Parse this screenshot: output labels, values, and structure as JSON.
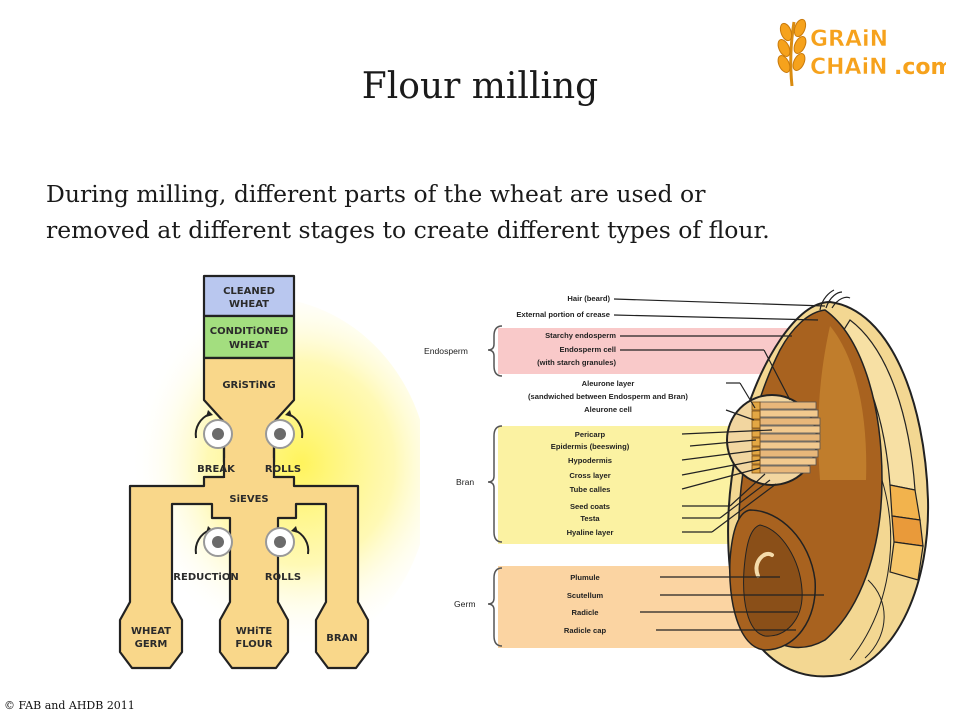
{
  "slide": {
    "title": "Flour milling",
    "intro_line1": "During milling, different parts of the wheat are used or",
    "intro_line2": "removed at different stages to create different types of flour.",
    "copyright": "© FAB and AHDB 2011"
  },
  "logo": {
    "line1": "GRAiN",
    "line2": "CHAiN",
    "suffix": ".com",
    "icon": "wheat-ear-icon",
    "color": "#f6a21c"
  },
  "milling": {
    "cleaned": [
      "CLEANED",
      "WHEAT"
    ],
    "conditioned": [
      "CONDITiONED",
      "WHEAT"
    ],
    "gristing": "GRiSTiNG",
    "break": "BREAK",
    "rolls_top": "ROLLS",
    "sieves": "SiEVES",
    "reduction": "REDUCTiON",
    "rolls_bottom": "ROLLS",
    "wheat_germ": [
      "WHEAT",
      "GERM"
    ],
    "white_flour": [
      "WHiTE",
      "FLOUR"
    ],
    "bran": "BRAN",
    "colors": {
      "pipe": "#f9d78a",
      "cleaned": "#b9c7ef",
      "conditioned": "#a3de7f",
      "glow": "#fff45c"
    }
  },
  "grain": {
    "top_labels": [
      "Hair (beard)",
      "External portion of crease"
    ],
    "endosperm": {
      "group": "Endosperm",
      "labels": [
        "Starchy endosperm",
        "Endosperm cell",
        "(with starch granules)"
      ]
    },
    "aleurone": [
      "Aleurone layer",
      "(sandwiched between Endosperm and Bran)",
      "Aleurone cell"
    ],
    "bran": {
      "group": "Bran",
      "labels": [
        "Pericarp",
        "Epidermis (beeswing)",
        "Hypodermis",
        "Cross layer",
        "Tube calles",
        "Seed coats",
        "Testa",
        "Hyaline layer"
      ]
    },
    "germ": {
      "group": "Germ",
      "labels": [
        "Plumule",
        "Scutellum",
        "Radicle",
        "Radicle cap"
      ]
    },
    "colors": {
      "endosperm_band": "#f9c9c9",
      "bran_band": "#fbf2a2",
      "germ_band": "#fbd4a2",
      "kernel": "#a8621f",
      "husk": "#f3d792"
    }
  }
}
